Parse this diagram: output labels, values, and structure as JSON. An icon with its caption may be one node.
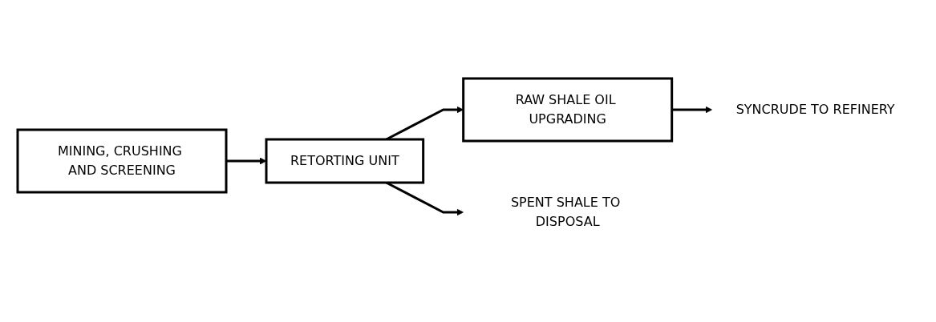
{
  "diagram": {
    "nodes": [
      {
        "text": [
          "MINING, CRUSHING AND SCREENING"
        ]
      },
      {
        "text": [
          "RETORTING UNIT"
        ]
      },
      {
        "text": [
          "RAW SHALE OIL UPGRADING"
        ]
      },
      {
        "text": [
          "SPENT SHALE TO DISPOSAL"
        ]
      },
      {
        "text": [
          "SYNCRUDE TO REFINERY"
        ]
      }
    ],
    "edges": [
      {
        "from": 0,
        "to": 1,
        "arrow": "to"
      },
      {
        "from": 1,
        "to": 2,
        "arrow": "to"
      },
      {
        "from": 1,
        "to": 3,
        "arrow": "to"
      },
      {
        "from": 2,
        "to": 4,
        "arrow": "to"
      }
    ]
  }
}
